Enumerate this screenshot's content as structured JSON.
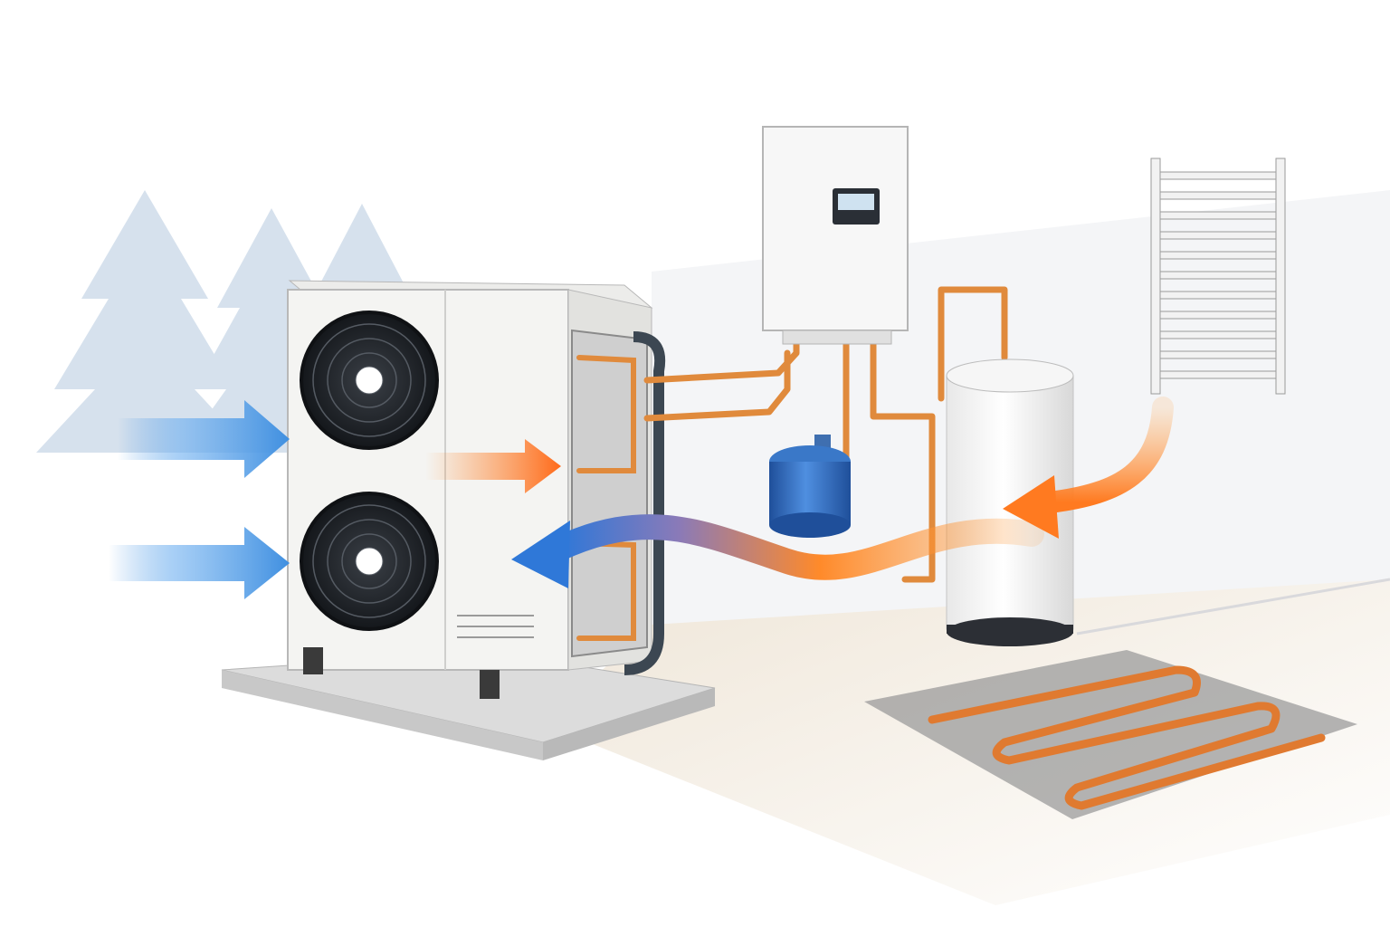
{
  "colors": {
    "background": "#ffffff",
    "wall": "#f2f3f5",
    "floor": "#e9ddcc",
    "cold_flow": "#3f8fe0",
    "warm_flow": "#ff8a2a",
    "copper": "#e08a3c",
    "unit_body": "#f4f4f2",
    "fan_grille": "#1e2126",
    "expansion_vessel": "#2f6fc4",
    "snow_tree": "#c9d9ea",
    "floor_loop_mat": "#8c8c8c"
  },
  "components": {
    "outdoor_unit": {
      "icon": "heat-pump-outdoor-unit-icon",
      "fan_count": 2
    },
    "indoor_unit": {
      "icon": "wall-mounted-hydrobox-icon",
      "display": "control-panel-icon"
    },
    "hot_water_cylinder": {
      "icon": "water-cylinder-icon"
    },
    "expansion_vessel": {
      "icon": "expansion-vessel-icon"
    },
    "radiator": {
      "icon": "towel-radiator-icon"
    },
    "underfloor_heating": {
      "icon": "underfloor-heating-loop-icon"
    },
    "trees": {
      "icon": "snowy-fir-tree-icon",
      "count": 3
    }
  },
  "flows": [
    {
      "icon": "cold-air-intake-arrow-icon",
      "kind": "cold",
      "count": 2
    },
    {
      "icon": "heat-transfer-arrow-icon",
      "kind": "warm"
    },
    {
      "icon": "return-flow-arrow-icon",
      "kind": "mixed"
    },
    {
      "icon": "radiator-return-arrow-icon",
      "kind": "warm"
    }
  ]
}
